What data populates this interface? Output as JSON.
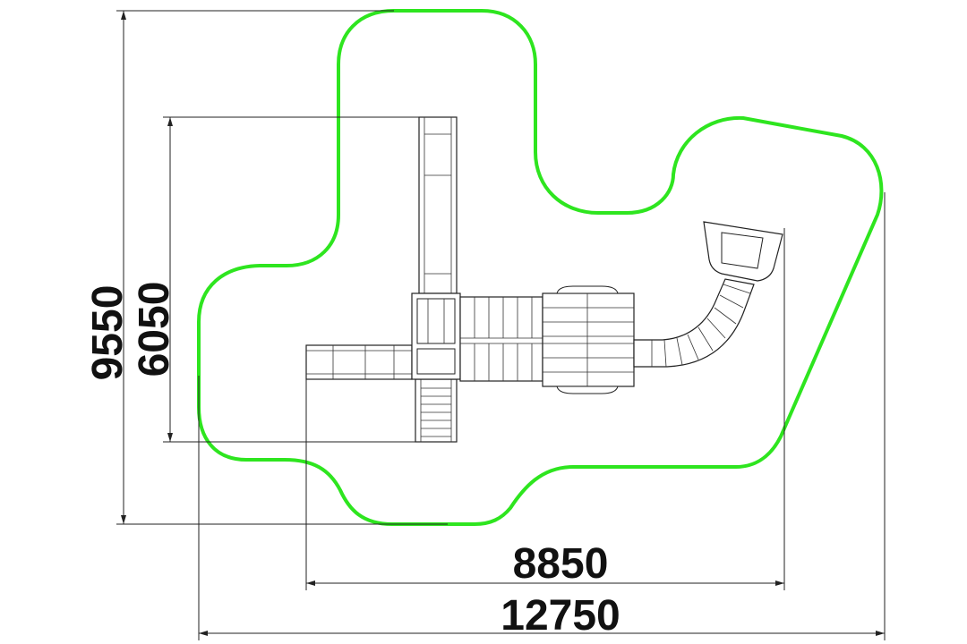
{
  "drawing": {
    "title": "",
    "safety_zone_color": "#2ee51f",
    "line_color": "#222222",
    "dimensions": {
      "width_outer": "12750",
      "width_equipment": "8850",
      "height_outer": "9550",
      "height_equipment": "6050"
    }
  }
}
